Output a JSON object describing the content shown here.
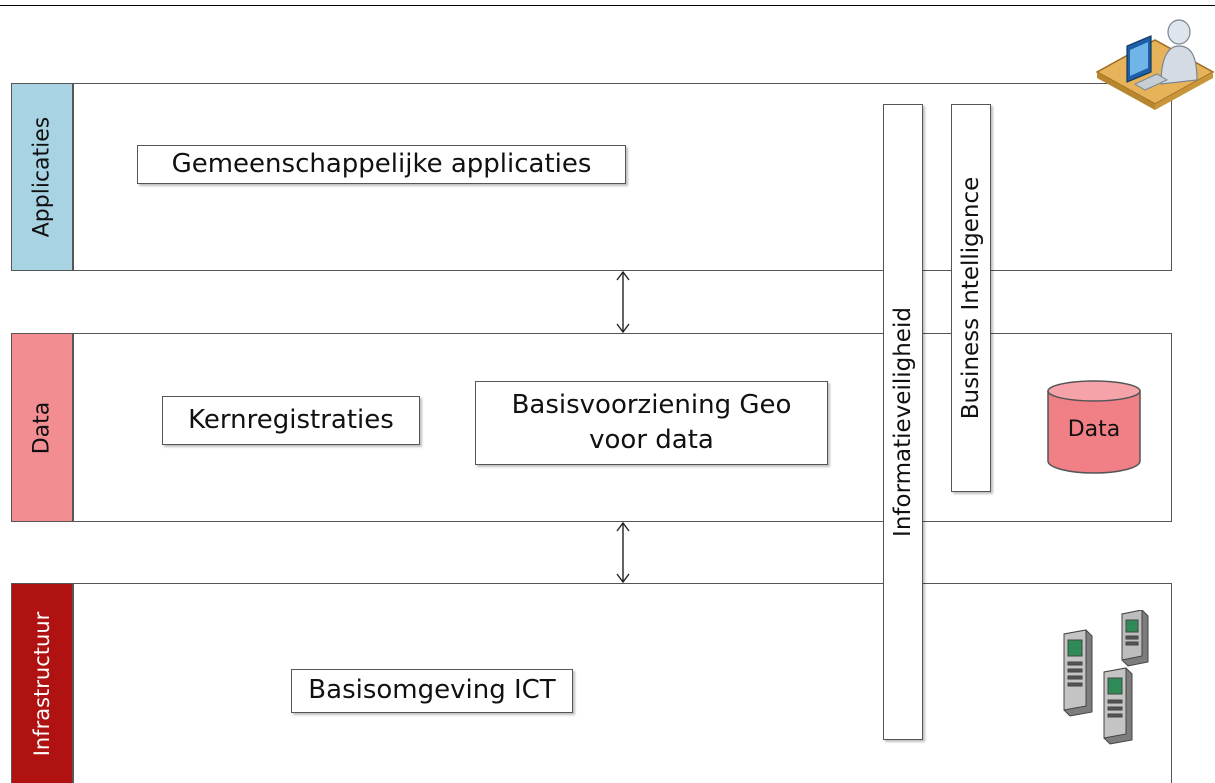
{
  "layers": {
    "applicaties": {
      "label": "Applicaties",
      "color": "#a8d3e3"
    },
    "data": {
      "label": "Data",
      "color": "#f28d92"
    },
    "infrastructuur": {
      "label": "Infrastructuur",
      "color": "#b01212"
    }
  },
  "components": {
    "gemeenschappelijke_applicaties": "Gemeenschappelijke applicaties",
    "kernregistraties": "Kernregistraties",
    "basisvoorziening_geo_line1": "Basisvoorziening Geo",
    "basisvoorziening_geo_line2": "voor data",
    "basisomgeving_ict": "Basisomgeving ICT"
  },
  "cross_cutting": {
    "informatieveiligheid": "Informatieveiligheid",
    "business_intelligence": "Business Intelligence"
  },
  "icons": {
    "data_store": {
      "name": "database-cylinder-icon",
      "label": "Data",
      "color": "#f07f86"
    },
    "user": {
      "name": "user-at-computer-icon"
    },
    "servers": {
      "name": "server-rack-icon"
    }
  }
}
